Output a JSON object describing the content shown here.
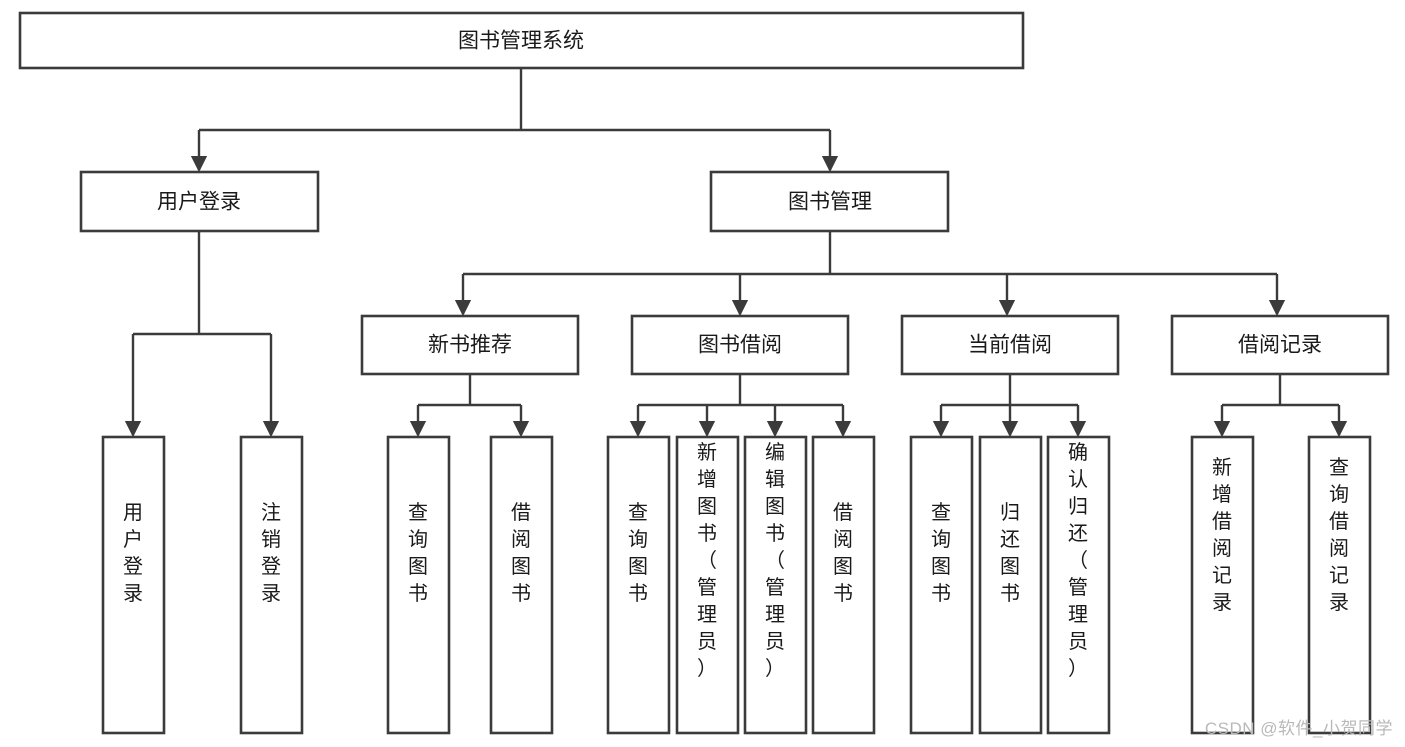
{
  "diagram": {
    "type": "tree-hierarchy-chart",
    "title": "图书管理系统",
    "orientation": "top-down",
    "watermark": "CSDN @软件_小贺同学",
    "colors": {
      "node_fill": "#ffffff",
      "node_stroke": "#3b3b3b",
      "edge": "#3b3b3b",
      "text": "#1a1a1a",
      "watermark": "#b9b9b9"
    },
    "levels": {
      "root": {
        "label": "图书管理系统"
      },
      "level2": [
        {
          "label": "用户登录"
        },
        {
          "label": "图书管理"
        }
      ],
      "level3": [
        {
          "label": "新书推荐",
          "parent": "图书管理"
        },
        {
          "label": "图书借阅",
          "parent": "图书管理"
        },
        {
          "label": "当前借阅",
          "parent": "图书管理"
        },
        {
          "label": "借阅记录",
          "parent": "图书管理"
        }
      ],
      "leaves": {
        "用户登录": [
          {
            "label": "用户登录"
          },
          {
            "label": "注销登录"
          }
        ],
        "新书推荐": [
          {
            "label": "查询图书"
          },
          {
            "label": "借阅图书"
          }
        ],
        "图书借阅": [
          {
            "label": "查询图书"
          },
          {
            "label": "新增图书（管理员）"
          },
          {
            "label": "编辑图书（管理员）"
          },
          {
            "label": "借阅图书"
          }
        ],
        "当前借阅": [
          {
            "label": "查询图书"
          },
          {
            "label": "归还图书"
          },
          {
            "label": "确认归还（管理员）"
          }
        ],
        "借阅记录": [
          {
            "label": "新增借阅记录"
          },
          {
            "label": "查询借阅记录"
          }
        ]
      }
    },
    "nodes": {
      "root": "图书管理系统",
      "n_user_login": "用户登录",
      "n_book_mgmt": "图书管理",
      "n_new_book_rec": "新书推荐",
      "n_book_borrow": "图书借阅",
      "n_current_borrow": "当前借阅",
      "n_borrow_record": "借阅记录",
      "l_user_login": "用户登录",
      "l_logout": "注销登录",
      "l_query_book_1": "查询图书",
      "l_borrow_book_1": "借阅图书",
      "l_query_book_2": "查询图书",
      "l_add_book": "新增图书（管理员）",
      "l_edit_book": "编辑图书（管理员）",
      "l_borrow_book_2": "借阅图书",
      "l_query_book_3": "查询图书",
      "l_return_book": "归还图书",
      "l_confirm_return": "确认归还（管理员）",
      "l_add_record": "新增借阅记录",
      "l_query_record": "查询借阅记录"
    }
  }
}
